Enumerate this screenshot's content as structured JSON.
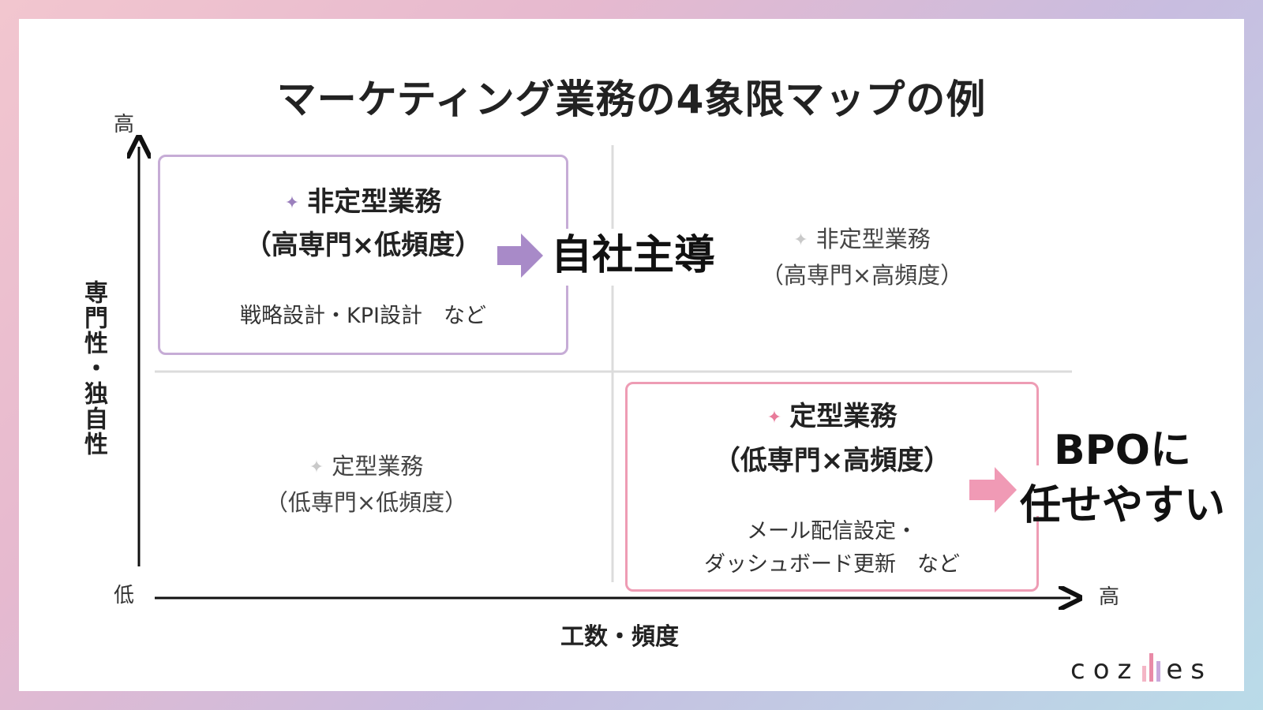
{
  "title": "マーケティング業務の4象限マップの例",
  "y_axis": {
    "label": "専門性・独自性",
    "high": "高",
    "low": "低"
  },
  "x_axis": {
    "label": "工数・頻度",
    "high": "高"
  },
  "quadrants": {
    "top_left": {
      "title": "非定型業務",
      "subtitle": "（高専門×低頻度）",
      "examples": "戦略設計・KPI設計　など",
      "conclusion": "自社主導"
    },
    "top_right": {
      "title": "非定型業務",
      "subtitle": "（高専門×高頻度）"
    },
    "bottom_left": {
      "title": "定型業務",
      "subtitle": "（低専門×低頻度）"
    },
    "bottom_right": {
      "title": "定型業務",
      "subtitle": "（低専門×高頻度）",
      "examples_line1": "メール配信設定・",
      "examples_line2": "ダッシュボード更新　など",
      "conclusion_line1": "BPOに",
      "conclusion_line2": "任せやすい"
    }
  },
  "icons": {
    "star_purple": "sparkle-icon",
    "star_pink": "sparkle-icon",
    "arrow_purple": "arrow-right-icon",
    "arrow_pink": "arrow-right-icon"
  },
  "colors": {
    "purple_accent": "#a88ac8",
    "pink_accent": "#f09ab5",
    "box_purple_border": "#c6acd6",
    "box_pink_border": "#ee9cb4"
  },
  "logo": {
    "text_left": "coz",
    "text_right": "es"
  }
}
